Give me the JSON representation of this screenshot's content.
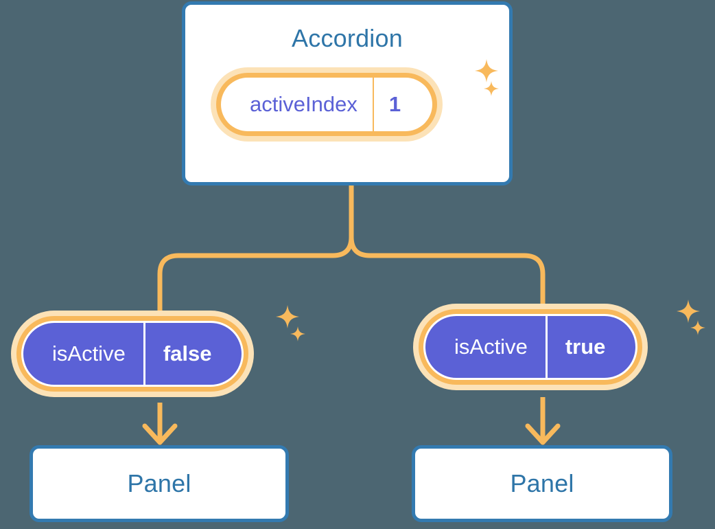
{
  "theme": {
    "background": "#4c6672",
    "card_border": "#337ab0",
    "card_title_color": "#2e75a8",
    "card_fill": "#ffffff",
    "accent_orange": "#f8b95c",
    "accent_orange_soft": "#fce2b7",
    "state_purple": "#5b61d6",
    "state_text": "#ffffff"
  },
  "root": {
    "title": "Accordion",
    "state": {
      "key": "activeIndex",
      "value": "1"
    }
  },
  "children": [
    {
      "state": {
        "key": "isActive",
        "value": "false"
      },
      "panel": {
        "title": "Panel"
      }
    },
    {
      "state": {
        "key": "isActive",
        "value": "true"
      },
      "panel": {
        "title": "Panel"
      }
    }
  ],
  "icons": {
    "sparkle": "sparkle-icon",
    "arrow_down": "arrow-down-icon"
  }
}
